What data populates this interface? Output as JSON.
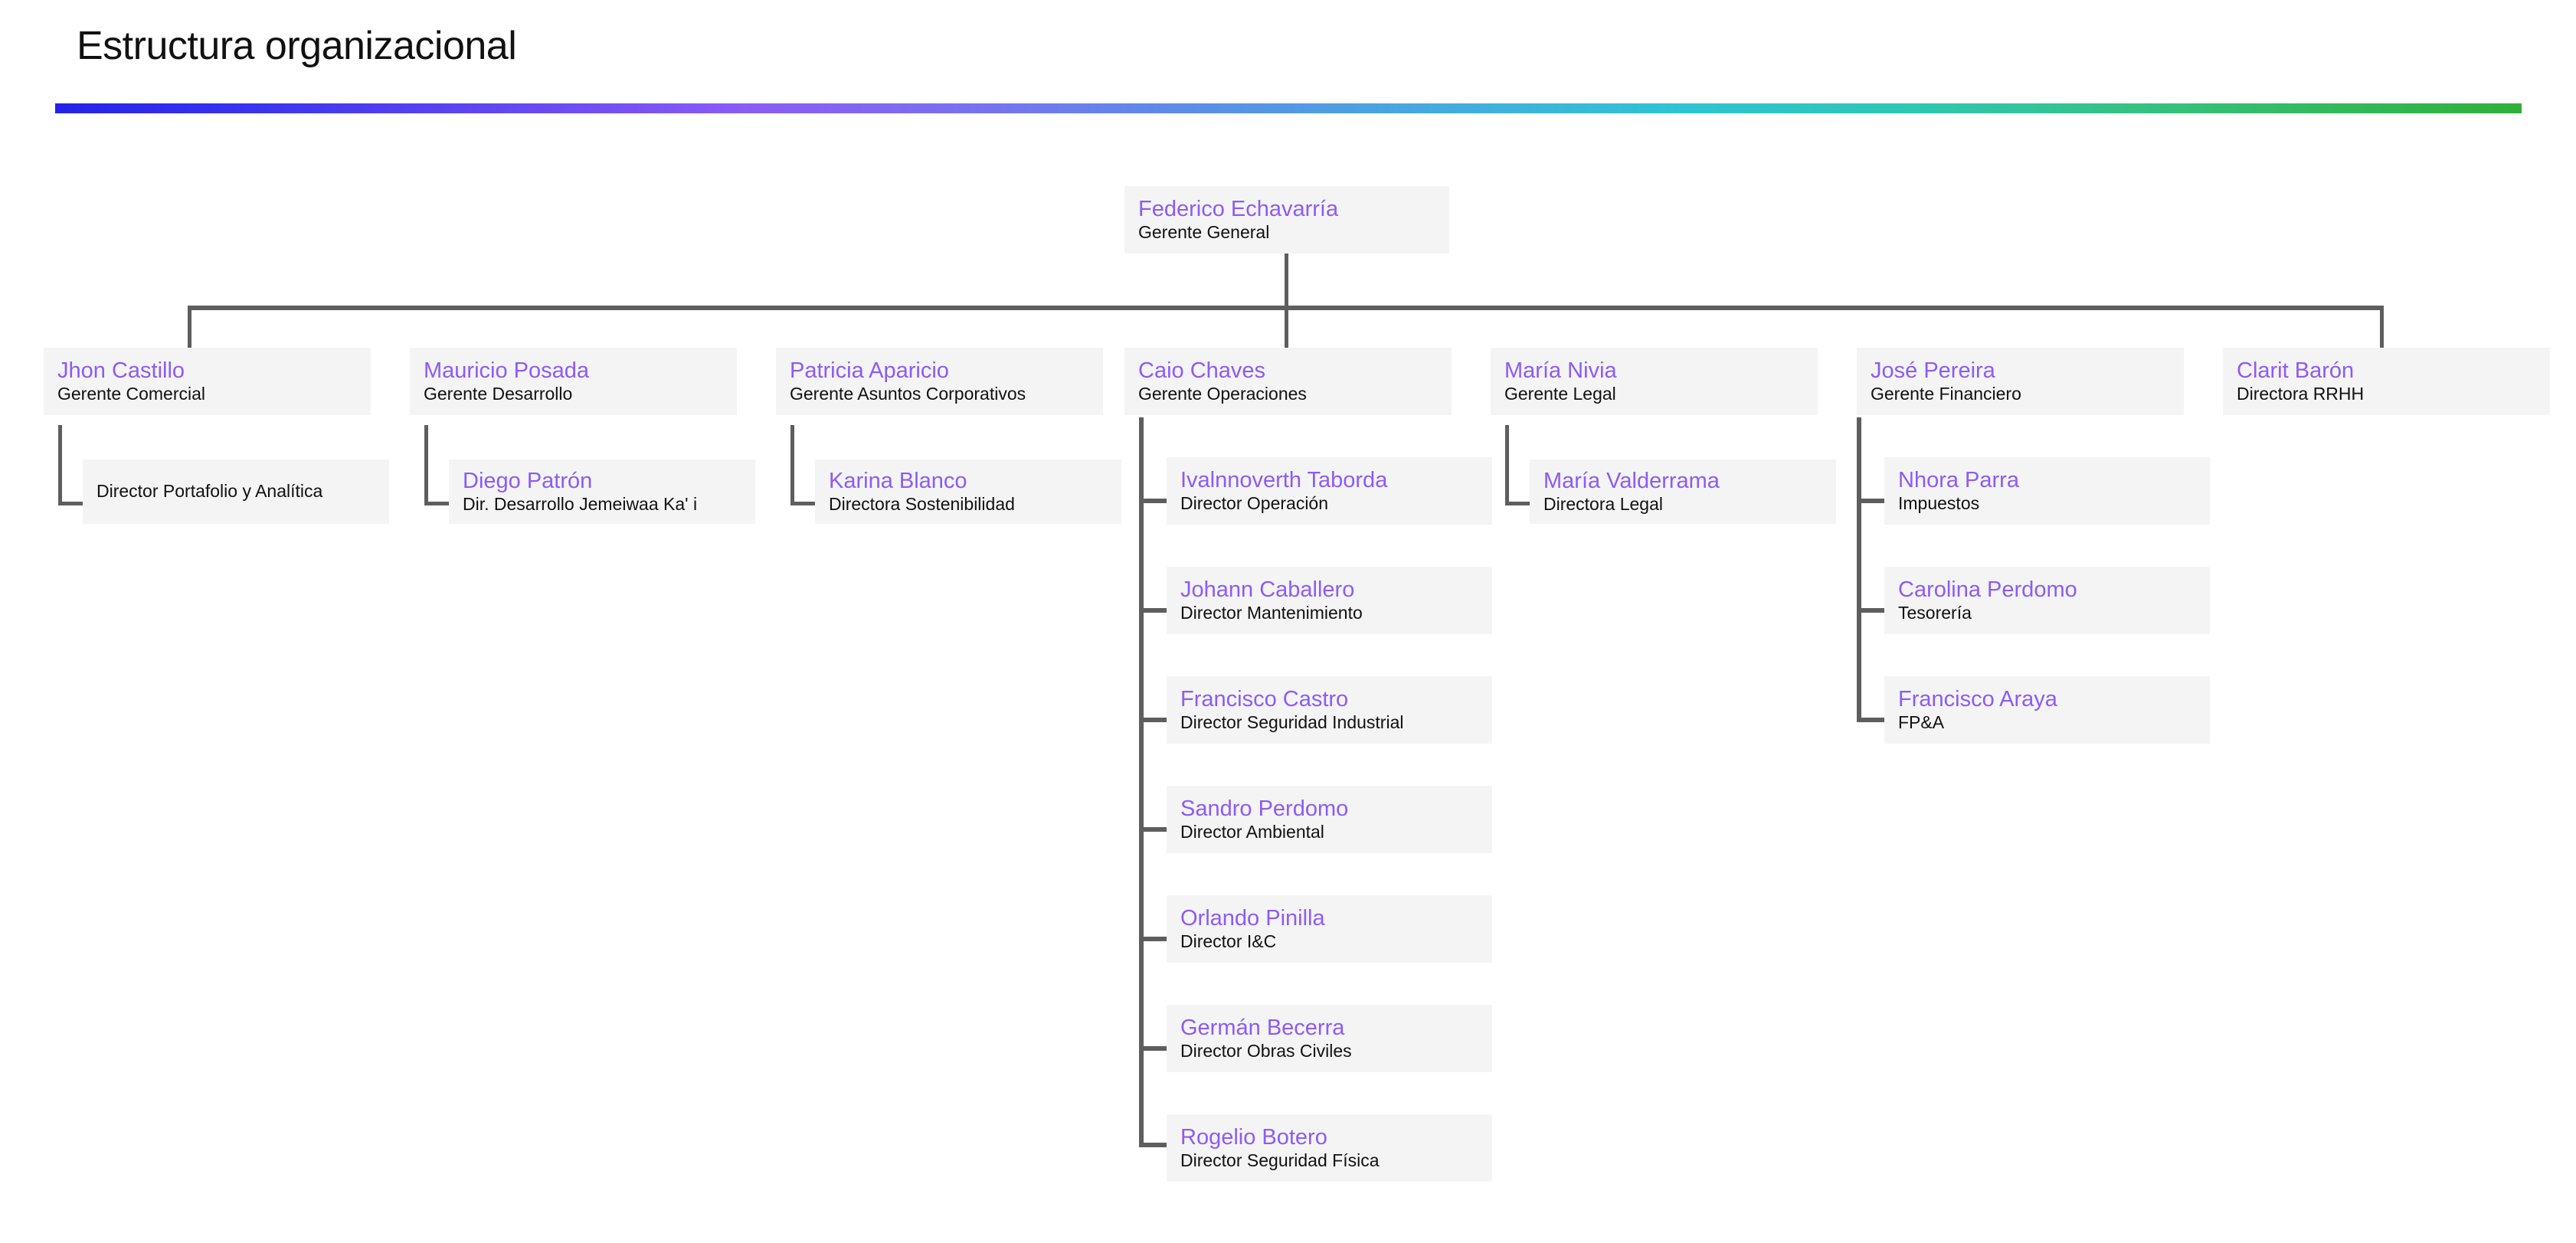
{
  "header": {
    "title": "Estructura organizacional",
    "accent_colors": [
      "#2323e8",
      "#8b5cf6",
      "#5b8de8",
      "#2ec4d4",
      "#2fc6b0",
      "#2fb03a"
    ]
  },
  "theme": {
    "node_background": "#f4f4f4",
    "name_color": "#8b5cf6",
    "title_color": "#111111",
    "connector_color": "#5e5e5e",
    "page_background": "#ffffff"
  },
  "chart_data": {
    "type": "org-chart",
    "title": "Estructura organizacional",
    "root": {
      "name": "Federico Echavarría",
      "title": "Gerente General"
    },
    "managers": [
      {
        "name": "Jhon Castillo",
        "title": "Gerente Comercial",
        "reports": [
          {
            "name": "",
            "title": "Director Portafolio y Analítica"
          }
        ]
      },
      {
        "name": "Mauricio Posada",
        "title": "Gerente Desarrollo",
        "reports": [
          {
            "name": "Diego Patrón",
            "title": "Dir. Desarrollo Jemeiwaa Ka' i"
          }
        ]
      },
      {
        "name": "Patricia Aparicio",
        "title": "Gerente Asuntos Corporativos",
        "reports": [
          {
            "name": "Karina Blanco",
            "title": "Directora Sostenibilidad"
          }
        ]
      },
      {
        "name": "Caio Chaves",
        "title": "Gerente Operaciones",
        "reports": [
          {
            "name": "Ivalnnoverth Taborda",
            "title": "Director Operación"
          },
          {
            "name": "Johann Caballero",
            "title": "Director Mantenimiento"
          },
          {
            "name": "Francisco Castro",
            "title": "Director Seguridad Industrial"
          },
          {
            "name": "Sandro Perdomo",
            "title": "Director Ambiental"
          },
          {
            "name": "Orlando Pinilla",
            "title": "Director I&C"
          },
          {
            "name": "Germán Becerra",
            "title": "Director Obras Civiles"
          },
          {
            "name": "Rogelio Botero",
            "title": "Director Seguridad Física"
          }
        ]
      },
      {
        "name": "María Nivia",
        "title": "Gerente Legal",
        "reports": [
          {
            "name": "María  Valderrama",
            "title": "Directora Legal"
          }
        ]
      },
      {
        "name": "José Pereira",
        "title": "Gerente Financiero",
        "reports": [
          {
            "name": "Nhora Parra",
            "title": "Impuestos"
          },
          {
            "name": "Carolina Perdomo",
            "title": "Tesorería"
          },
          {
            "name": "Francisco Araya",
            "title": "FP&A"
          }
        ]
      },
      {
        "name": "Clarit Barón",
        "title": "Directora RRHH",
        "reports": []
      }
    ]
  }
}
